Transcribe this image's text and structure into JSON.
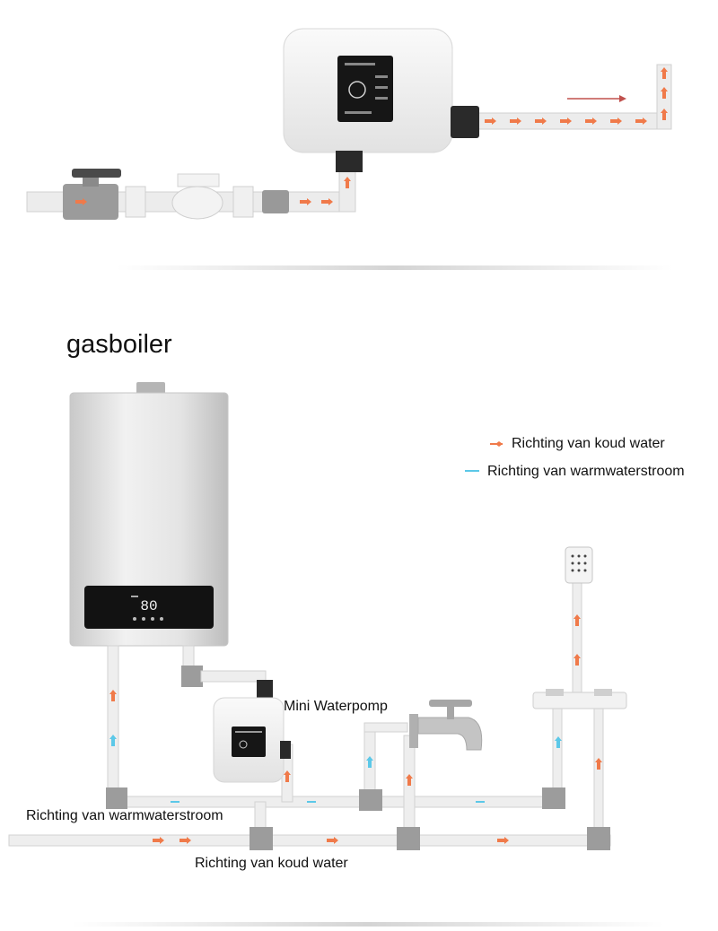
{
  "labels": {
    "title": "gasboiler",
    "pump": "Mini Waterpomp",
    "hot_flow_bottom": "Richting van warmwaterstroom",
    "cold_flow_bottom": "Richting van koud water"
  },
  "legend": {
    "cold": "Richting van koud water",
    "hot": "Richting van warmwaterstroom"
  },
  "boiler_display": "80",
  "colors": {
    "cold_arrow": "#f07a4a",
    "hot_arrow": "#5cc8e8",
    "pipe": "#e9e9e9",
    "fitting": "#9a9a9a"
  }
}
